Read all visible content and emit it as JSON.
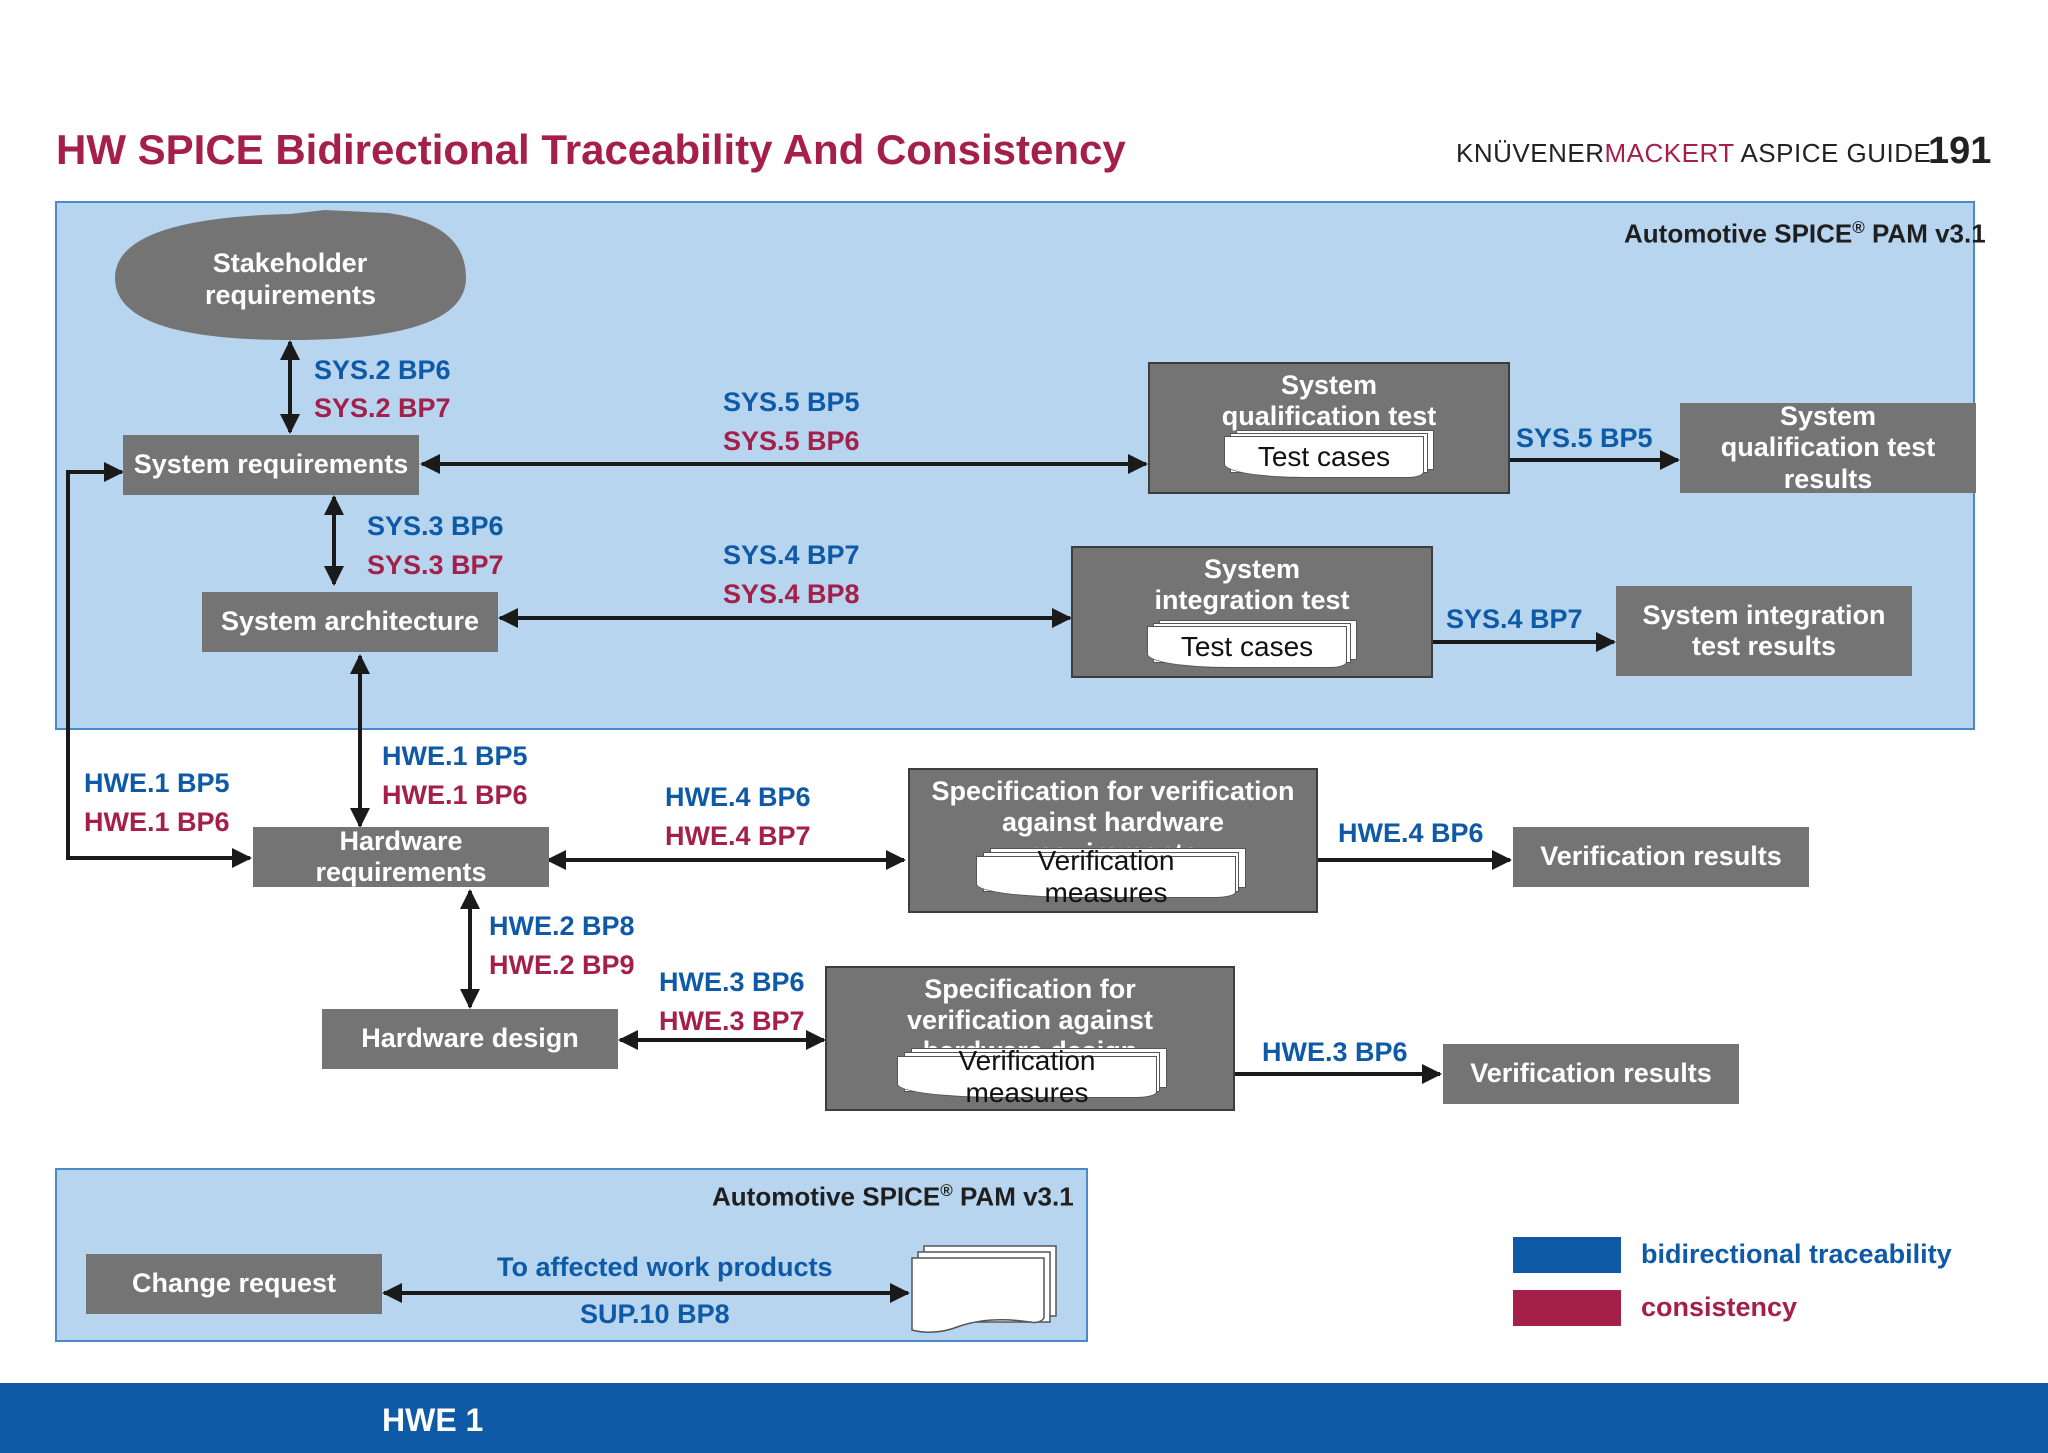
{
  "header": {
    "title": "HW SPICE Bidirectional Traceability And Consistency",
    "brand_part1": "KNÜVENER",
    "brand_part2": "MACKERT",
    "brand_part3": " ASPICE GUIDE",
    "page_number": "191"
  },
  "pam_label": {
    "text": "Automotive SPICE",
    "reg": "®",
    "version": " PAM v3.1"
  },
  "nodes": {
    "stakeholder": "Stakeholder requirements",
    "system_requirements": "System requirements",
    "system_architecture": "System architecture",
    "sys_qual_spec": "System qualification test specification",
    "sys_qual_results": "System qualification test results",
    "sys_int_spec": "System integration test specification",
    "sys_int_results": "System integration test results",
    "test_cases": "Test cases",
    "hw_requirements": "Hardware requirements",
    "hw_design": "Hardware design",
    "spec_hw_req": "Specification for verification against hardware requirements",
    "spec_hw_design": "Specification for verification against hardware design",
    "verification_measures": "Verification measures",
    "verification_results": "Verification results",
    "change_request": "Change request"
  },
  "labels": {
    "sys2_bp6": "SYS.2 BP6",
    "sys2_bp7": "SYS.2 BP7",
    "sys5_bp5": "SYS.5 BP5",
    "sys5_bp6": "SYS.5 BP6",
    "sys3_bp6": "SYS.3 BP6",
    "sys3_bp7": "SYS.3 BP7",
    "sys4_bp7": "SYS.4 BP7",
    "sys4_bp8": "SYS.4 BP8",
    "hwe1_bp5": "HWE.1 BP5",
    "hwe1_bp6": "HWE.1 BP6",
    "hwe4_bp6": "HWE.4 BP6",
    "hwe4_bp7": "HWE.4 BP7",
    "hwe2_bp8": "HWE.2 BP8",
    "hwe2_bp9": "HWE.2 BP9",
    "hwe3_bp6": "HWE.3 BP6",
    "hwe3_bp7": "HWE.3 BP7",
    "to_affected": "To affected work products",
    "sup10_bp8": "SUP.10 BP8"
  },
  "legend": {
    "traceability": "bidirectional traceability",
    "consistency": "consistency",
    "traceability_color": "#0f5aa6",
    "consistency_color": "#a41f4a"
  },
  "footer": {
    "text": "HWE 1"
  }
}
